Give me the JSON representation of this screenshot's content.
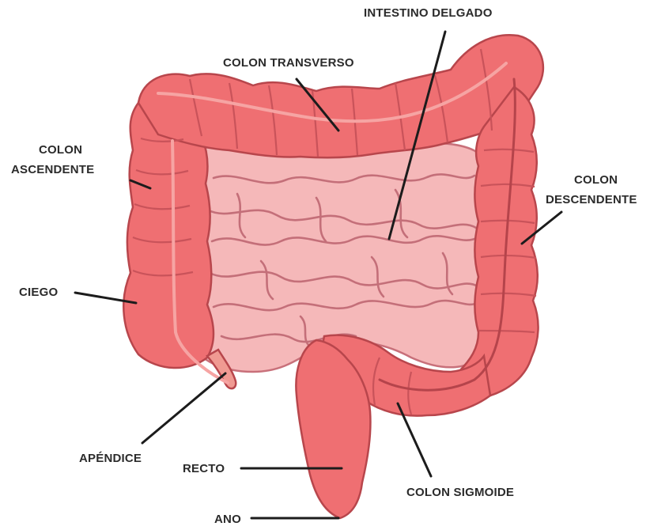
{
  "diagram": {
    "labels": {
      "intestino_delgado": "INTESTINO DELGADO",
      "colon_transverso": "COLON TRANSVERSO",
      "colon_ascendente_1": "COLON",
      "colon_ascendente_2": "ASCENDENTE",
      "colon_descendente_1": "COLON",
      "colon_descendente_2": "DESCENDENTE",
      "ciego": "CIEGO",
      "apendice": "APÉNDICE",
      "recto": "RECTO",
      "colon_sigmoide": "COLON SIGMOIDE",
      "ano": "ANO"
    },
    "colors": {
      "colon_fill": "#ef6f72",
      "colon_outline": "#b8464c",
      "small_intestine_fill": "#f5b8b9",
      "label_text": "#2b2b2b",
      "leader_line": "#1c1c1c"
    }
  }
}
